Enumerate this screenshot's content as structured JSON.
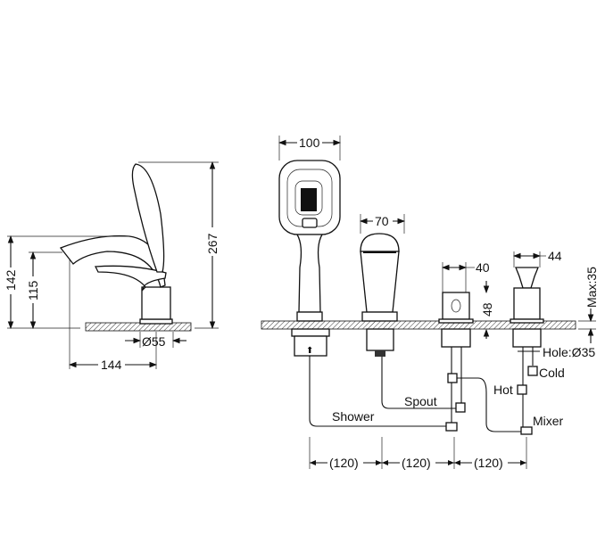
{
  "side_view": {
    "height_total": "142",
    "height_spout": "115",
    "height_shower": "267",
    "base_diameter": "Ø55",
    "reach": "144"
  },
  "front_view": {
    "shower_head_width": "100",
    "spout_width": "70",
    "mixer_width": "40",
    "mixer_height": "48",
    "diverter_width": "44",
    "deck_thickness": "Max:35",
    "hole": "Hole:Ø35",
    "labels": {
      "cold": "Cold",
      "hot": "Hot",
      "mixer": "Mixer",
      "spout": "Spout",
      "shower": "Shower"
    },
    "spacing": [
      "(120)",
      "(120)",
      "(120)"
    ]
  }
}
